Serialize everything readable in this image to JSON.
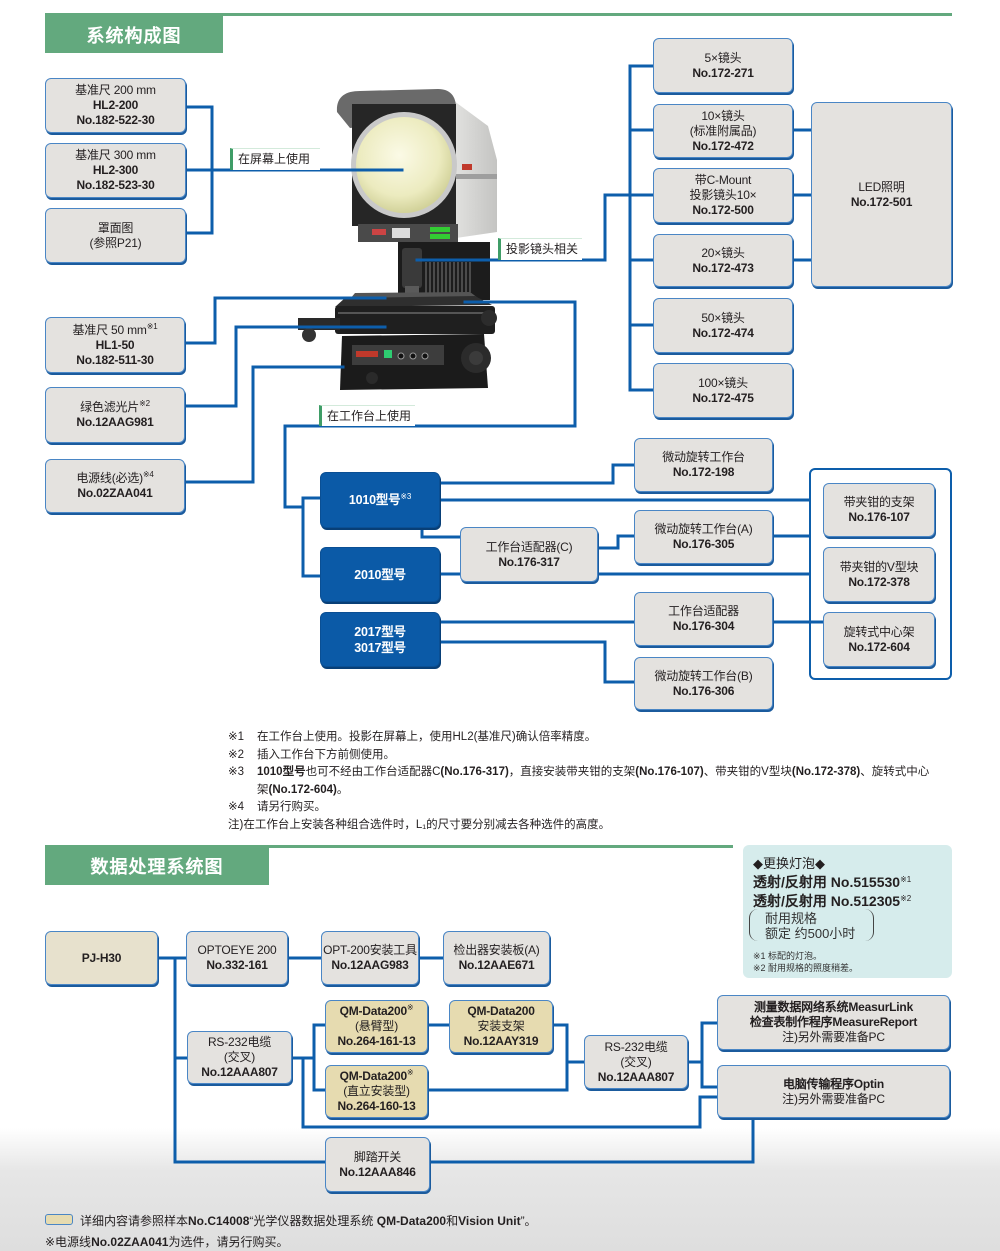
{
  "theme": {
    "section_green": "#63a97e",
    "connector_blue": "#0d5eab",
    "model_blue": "#0b5aa7",
    "box_gray": "#e4e2df",
    "qm_beige": "#e6dbb0",
    "note_cyan": "#d6ecec"
  },
  "system_config": {
    "title": "系统构成图",
    "tags": {
      "on_screen": "在屏幕上使用",
      "lens_related": "投影镜头相关",
      "on_stage": "在工作台上使用"
    },
    "screen_accessories": [
      {
        "lines": [
          "基准尺 200 mm",
          "HL2-200",
          "No.182-522-30"
        ]
      },
      {
        "lines": [
          "基准尺 300 mm",
          "HL2-300",
          "No.182-523-30"
        ]
      },
      {
        "lines": [
          "罩面图",
          "(参照P21)"
        ]
      }
    ],
    "stage_accessories": [
      {
        "lines": [
          "基准尺 50 mm",
          "HL1-50",
          "No.182-511-30"
        ],
        "note": "※1"
      },
      {
        "lines": [
          "绿色滤光片",
          "No.12AAG981"
        ],
        "note": "※2"
      },
      {
        "lines": [
          "电源线(必选)",
          "No.02ZAA041"
        ],
        "note": "※4"
      }
    ],
    "lenses": [
      {
        "lines": [
          "5×镜头",
          "No.172-271"
        ]
      },
      {
        "lines": [
          "10×镜头",
          "(标准附属品)",
          "No.172-472"
        ]
      },
      {
        "lines": [
          "带C-Mount",
          "投影镜头10×",
          "No.172-500"
        ]
      },
      {
        "lines": [
          "20×镜头",
          "No.172-473"
        ]
      },
      {
        "lines": [
          "50×镜头",
          "No.172-474"
        ]
      },
      {
        "lines": [
          "100×镜头",
          "No.172-475"
        ]
      }
    ],
    "led_lighting": {
      "lines": [
        "LED照明",
        "No.172-501"
      ]
    },
    "models": [
      {
        "lines": [
          "1010型号"
        ],
        "note": "※3"
      },
      {
        "lines": [
          "2010型号"
        ]
      },
      {
        "lines": [
          "2017型号",
          "3017型号"
        ]
      }
    ],
    "stage_adapter_c": {
      "lines": [
        "工作台适配器(C)",
        "No.176-317"
      ]
    },
    "stage_options": [
      {
        "lines": [
          "微动旋转工作台",
          "No.172-198"
        ]
      },
      {
        "lines": [
          "微动旋转工作台(A)",
          "No.176-305"
        ]
      },
      {
        "lines": [
          "工作台适配器",
          "No.176-304"
        ]
      },
      {
        "lines": [
          "微动旋转工作台(B)",
          "No.176-306"
        ]
      }
    ],
    "fixtures": [
      {
        "lines": [
          "带夹钳的支架",
          "No.176-107"
        ]
      },
      {
        "lines": [
          "带夹钳的V型块",
          "No.172-378"
        ]
      },
      {
        "lines": [
          "旋转式中心架",
          "No.172-604"
        ]
      }
    ]
  },
  "footnotes": {
    "items": [
      {
        "mark": "※1",
        "text": "在工作台上使用。投影在屏幕上，使用HL2(基准尺)确认倍率精度。"
      },
      {
        "mark": "※2",
        "text": "插入工作台下方前侧使用。"
      },
      {
        "mark": "※3",
        "segments": [
          "1010型号",
          "也可不经由工作台适配器C",
          "(No.176-317)",
          "，直接安装带夹钳的支架",
          "(No.176-107)",
          "、带夹钳的V型块",
          "(No.172-378)",
          "、旋转式中心",
          "架",
          "(No.172-604)",
          "。"
        ]
      },
      {
        "mark": "※4",
        "text": "请另行购买。"
      }
    ],
    "note": "注)在工作台上安装各种组合选件时，L₁的尺寸要分别减去各种选件的高度。"
  },
  "data_processing": {
    "title": "数据处理系统图",
    "pj_h30": {
      "lines": [
        "PJ-H30"
      ]
    },
    "optoeye": {
      "lines": [
        "OPTOEYE 200",
        "No.332-161"
      ]
    },
    "opt_mount_tool": {
      "lines": [
        "OPT-200安装工具",
        "No.12AAG983"
      ]
    },
    "detector_plate": {
      "lines": [
        "检出器安装板(A)",
        "No.12AAE671"
      ]
    },
    "rs232_cable_1": {
      "lines": [
        "RS-232电缆",
        "(交叉)",
        "No.12AAA807"
      ]
    },
    "qm_cantilever": {
      "lines": [
        "QM-Data200",
        "(悬臂型)",
        "No.264-161-13"
      ],
      "note": "※"
    },
    "qm_mount_bracket": {
      "lines": [
        "QM-Data200",
        "安装支架",
        "No.12AAY319"
      ]
    },
    "qm_upright": {
      "lines": [
        "QM-Data200",
        "(直立安装型)",
        "No.264-160-13"
      ],
      "note": "※"
    },
    "rs232_cable_2": {
      "lines": [
        "RS-232电缆",
        "(交叉)",
        "No.12AAA807"
      ]
    },
    "measurlink": {
      "lines": [
        "测量数据网络系统MeasurLink",
        "检查表制作程序MeasureReport",
        "注)另外需要准备PC"
      ]
    },
    "optin": {
      "lines": [
        "电脑传输程序Optin",
        "注)另外需要准备PC"
      ]
    },
    "foot_switch": {
      "lines": [
        "脚踏开关",
        "No.12AAA846"
      ]
    }
  },
  "bulb_note": {
    "title": "◆更换灯泡◆",
    "bulbs": [
      {
        "text": "透射/反射用 No.515530",
        "note": "※1"
      },
      {
        "text": "透射/反射用 No.512305",
        "note": "※2"
      }
    ],
    "rating": [
      "耐用规格",
      "额定 约500小时"
    ],
    "notes": [
      "※1 标配的灯泡。",
      "※2 耐用规格的照度稍差。"
    ]
  },
  "footer": {
    "legend_segments": [
      "详细内容请参照样本",
      "No.C14008",
      "“光学仪器数据处理系统 ",
      "QM-Data200",
      "和",
      "Vision Unit",
      "”。"
    ],
    "power_segments": [
      "※电源线",
      "No.02ZAA041",
      "为选件，请另行购买。"
    ]
  }
}
